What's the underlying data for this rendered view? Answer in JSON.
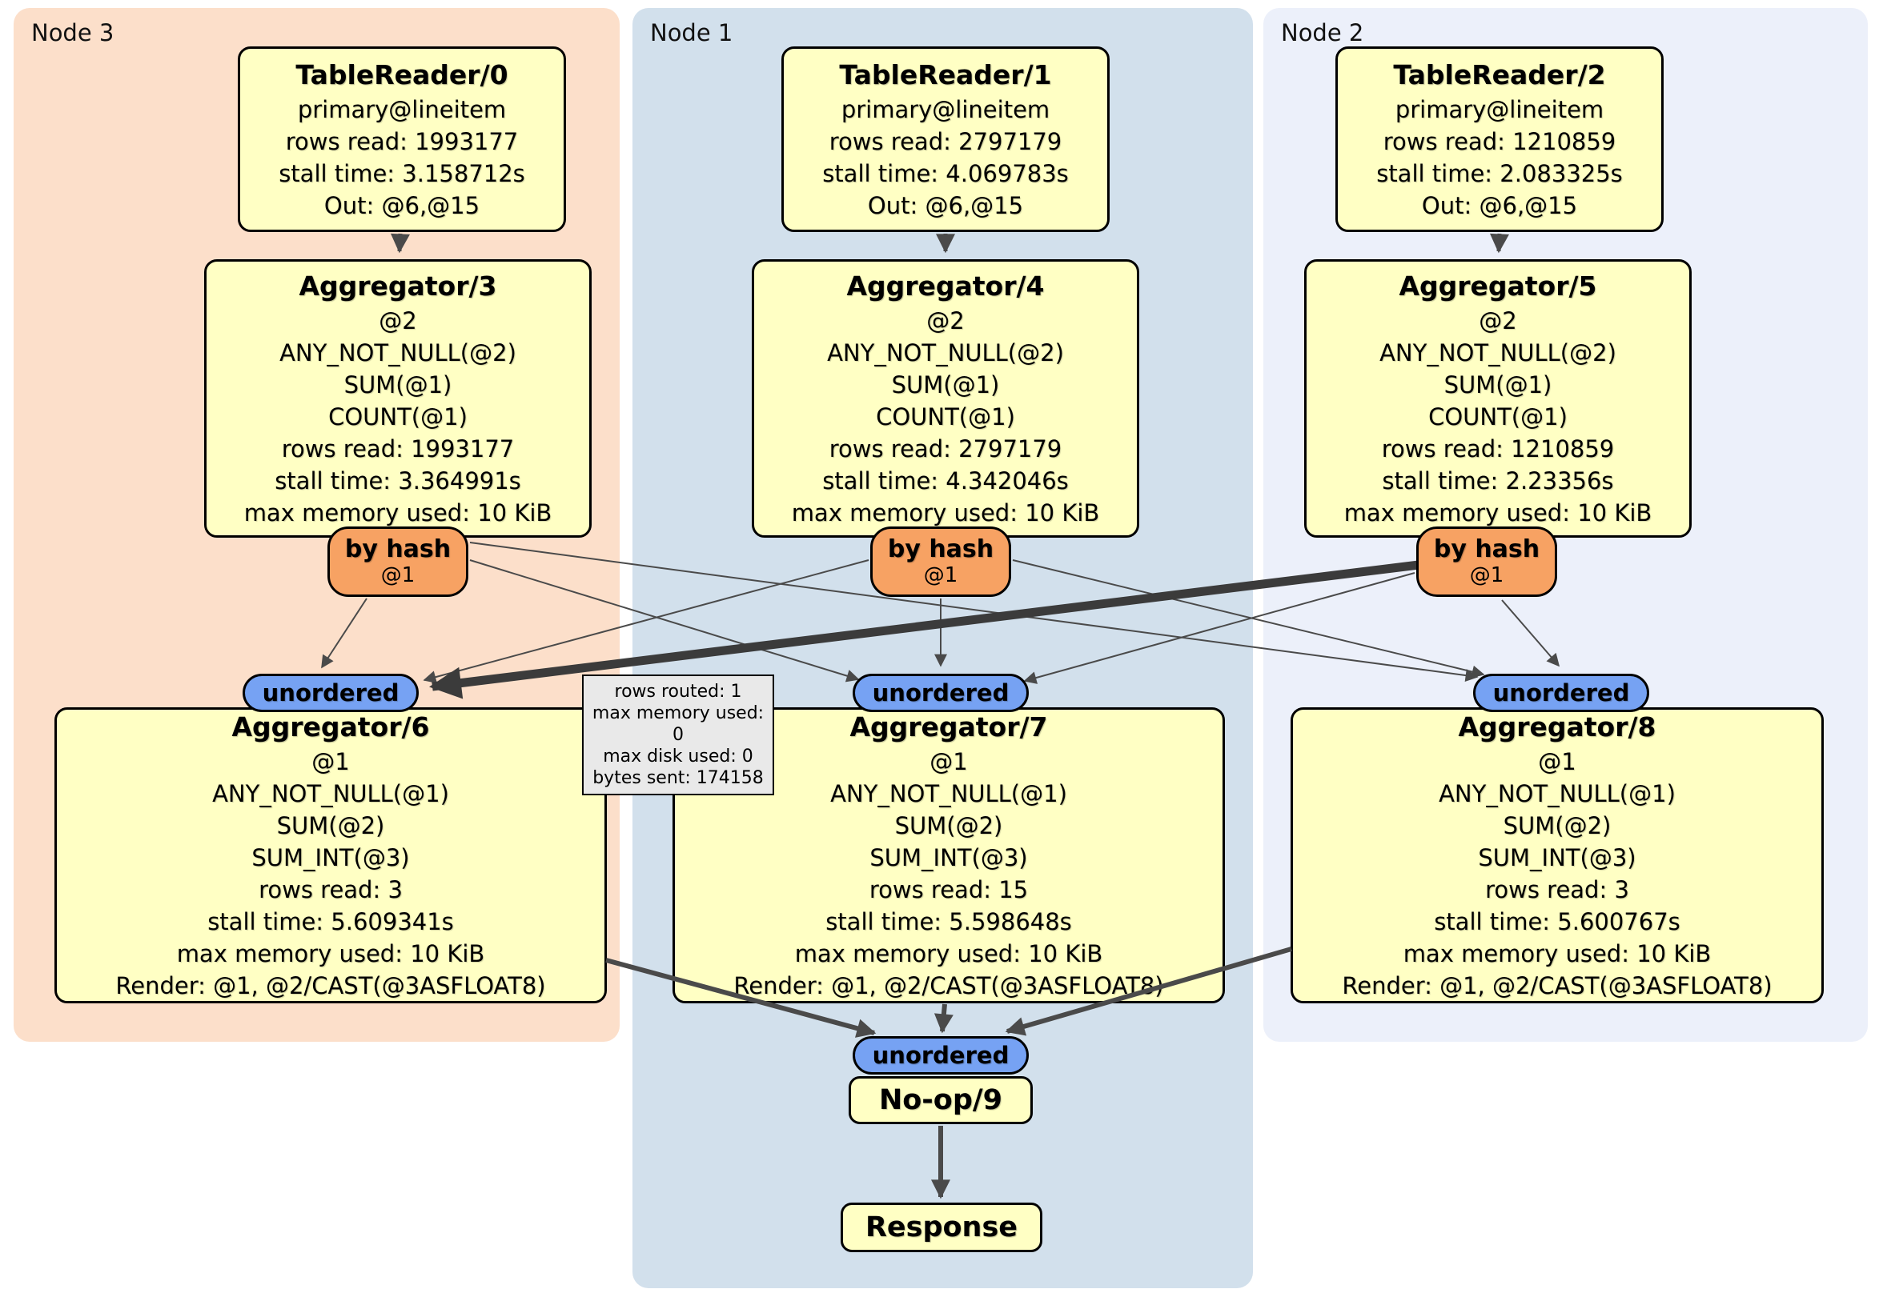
{
  "colors": {
    "node3_panel_bg": "#fcdfca",
    "node1_panel_bg": "#d2e0ec",
    "node2_panel_bg": "#ecf0fa",
    "process_box_bg": "#ffffc4",
    "router_bg": "#f7a263",
    "sync_bg": "#76a2f3",
    "tooltip_bg": "#e9e9e9",
    "edge_color": "#4a4a4a",
    "highlighted_edge_color": "#3b3b3b"
  },
  "panels": {
    "node3": {
      "label": "Node 3"
    },
    "node1": {
      "label": "Node 1"
    },
    "node2": {
      "label": "Node 2"
    }
  },
  "boxes": {
    "tr0": {
      "title": "TableReader/0",
      "lines": [
        "primary@lineitem",
        "rows read: 1993177",
        "stall time: 3.158712s",
        "Out: @6,@15"
      ]
    },
    "tr1": {
      "title": "TableReader/1",
      "lines": [
        "primary@lineitem",
        "rows read: 2797179",
        "stall time: 4.069783s",
        "Out: @6,@15"
      ]
    },
    "tr2": {
      "title": "TableReader/2",
      "lines": [
        "primary@lineitem",
        "rows read: 1210859",
        "stall time: 2.083325s",
        "Out: @6,@15"
      ]
    },
    "agg3": {
      "title": "Aggregator/3",
      "lines": [
        "@2",
        "ANY_NOT_NULL(@2)",
        "SUM(@1)",
        "COUNT(@1)",
        "rows read: 1993177",
        "stall time: 3.364991s",
        "max memory used: 10 KiB"
      ]
    },
    "agg4": {
      "title": "Aggregator/4",
      "lines": [
        "@2",
        "ANY_NOT_NULL(@2)",
        "SUM(@1)",
        "COUNT(@1)",
        "rows read: 2797179",
        "stall time: 4.342046s",
        "max memory used: 10 KiB"
      ]
    },
    "agg5": {
      "title": "Aggregator/5",
      "lines": [
        "@2",
        "ANY_NOT_NULL(@2)",
        "SUM(@1)",
        "COUNT(@1)",
        "rows read: 1210859",
        "stall time: 2.23356s",
        "max memory used: 10 KiB"
      ]
    },
    "agg6": {
      "title": "Aggregator/6",
      "lines": [
        "@1",
        "ANY_NOT_NULL(@1)",
        "SUM(@2)",
        "SUM_INT(@3)",
        "rows read: 3",
        "stall time: 5.609341s",
        "max memory used: 10 KiB",
        "Render: @1, @2/CAST(@3ASFLOAT8)"
      ]
    },
    "agg7": {
      "title": "Aggregator/7",
      "lines": [
        "@1",
        "ANY_NOT_NULL(@1)",
        "SUM(@2)",
        "SUM_INT(@3)",
        "rows read: 15",
        "stall time: 5.598648s",
        "max memory used: 10 KiB",
        "Render: @1, @2/CAST(@3ASFLOAT8)"
      ]
    },
    "agg8": {
      "title": "Aggregator/8",
      "lines": [
        "@1",
        "ANY_NOT_NULL(@1)",
        "SUM(@2)",
        "SUM_INT(@3)",
        "rows read: 3",
        "stall time: 5.600767s",
        "max memory used: 10 KiB",
        "Render: @1, @2/CAST(@3ASFLOAT8)"
      ]
    },
    "noop": {
      "title": "No-op/9"
    },
    "response": {
      "title": "Response"
    }
  },
  "routers": {
    "byhash3": {
      "label": "by hash",
      "detail": "@1"
    },
    "byhash4": {
      "label": "by hash",
      "detail": "@1"
    },
    "byhash5": {
      "label": "by hash",
      "detail": "@1"
    }
  },
  "syncs": {
    "sync6": {
      "label": "unordered"
    },
    "sync7": {
      "label": "unordered"
    },
    "sync8": {
      "label": "unordered"
    },
    "final": {
      "label": "unordered"
    }
  },
  "tooltip": {
    "lines": [
      "rows routed: 1",
      "max memory used: 0",
      "max disk used: 0",
      "bytes sent: 174158"
    ]
  }
}
